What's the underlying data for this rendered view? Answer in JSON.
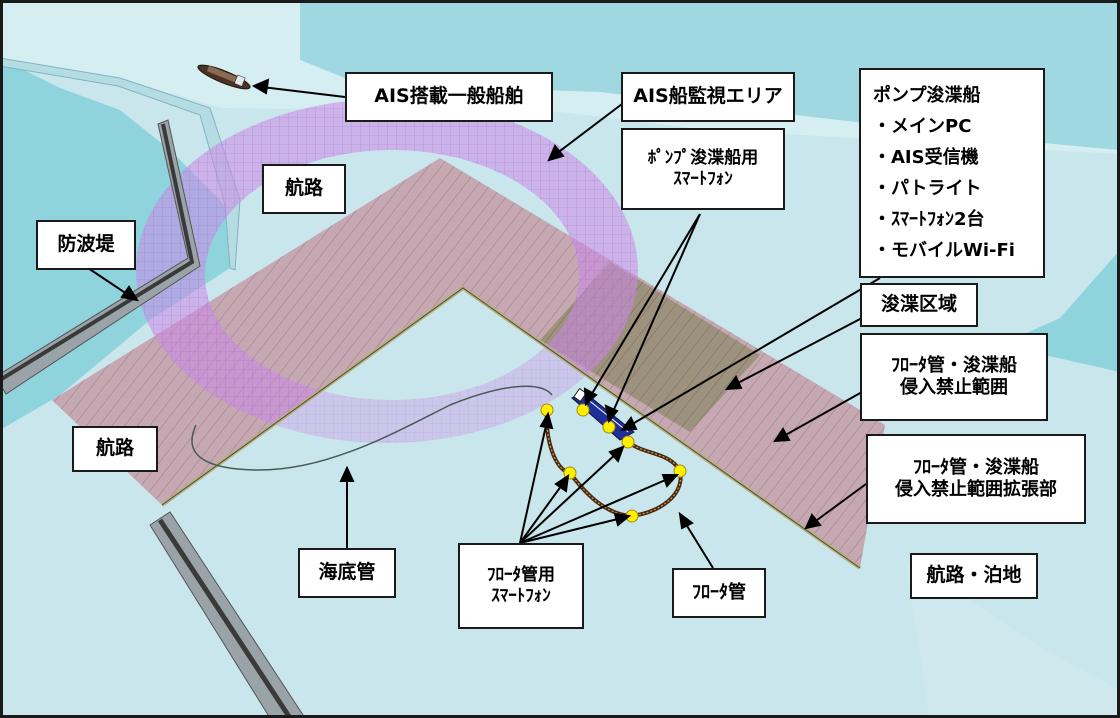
{
  "labels": {
    "ais_vessel": "AIS搭載一般船舶",
    "ais_area": "AIS船監視エリア",
    "pump_phone": [
      "ﾎﾟﾝﾌﾟ浚渫船用",
      "ｽﾏｰﾄﾌｫﾝ"
    ],
    "pump_dredger": {
      "title": "ポンプ浚渫船",
      "items": [
        "・メインPC",
        "・AIS受信機",
        "・パトライト",
        "・ｽﾏｰﾄﾌｫﾝ2台",
        "・モバイルWi-Fi"
      ]
    },
    "channel_top": "航路",
    "breakwater": "防波堤",
    "dredging_area": "浚渫区域",
    "no_entry": [
      "ﾌﾛｰﾀ管・浚渫船",
      "侵入禁止範囲"
    ],
    "no_entry_ext": [
      "ﾌﾛｰﾀ管・浚渫船",
      "侵入禁止範囲拡張部"
    ],
    "channel_left": "航路",
    "seabed_pipe": "海底管",
    "float_phone": [
      "ﾌﾛｰﾀ管用",
      "ｽﾏｰﾄﾌｫﾝ"
    ],
    "float_pipe": "ﾌﾛｰﾀ管",
    "channel_anchorage": "航路・泊地"
  },
  "colors": {
    "sea": "#c9e6ec",
    "land_deep": "#8fd3dc",
    "channel": "#c4a3ad",
    "monitor_ring": "#cc88e8",
    "dredge_zone": "#9e9a86",
    "smartphone_dot": "#ffee00",
    "float_pipe": "#4a2a10",
    "vessel": "#1f2f9a"
  },
  "icons": [
    "ais-vessel-icon",
    "pump-dredger-icon",
    "smartphone-marker-icon"
  ]
}
